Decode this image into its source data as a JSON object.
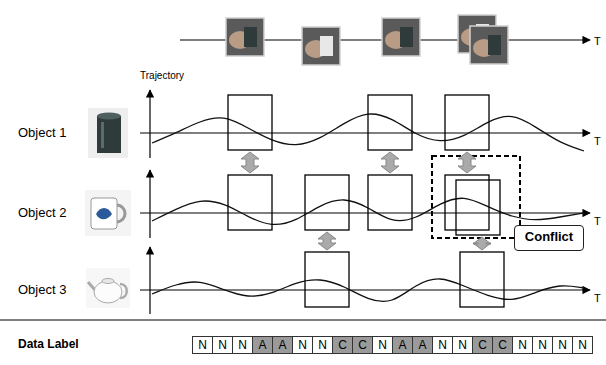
{
  "diagram": {
    "nodes": [
      {
        "text": [
          "Conflict"
        ]
      }
    ],
    "labels": [
      "T",
      "Trajectory",
      "Object 1",
      "T",
      "Object 2",
      "T",
      "Object 3",
      "T",
      "Data Label",
      "N",
      "N",
      "N",
      "A",
      "A",
      "N",
      "N",
      "C",
      "C",
      "N",
      "A",
      "A",
      "N",
      "N",
      "C",
      "C",
      "N",
      "N",
      "N",
      "N"
    ]
  }
}
